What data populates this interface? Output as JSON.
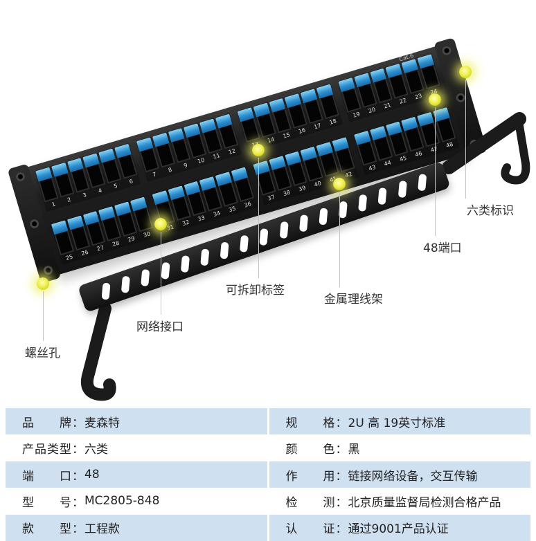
{
  "product": {
    "cat_label": "Cat.6",
    "top_port_numbers": [
      [
        1,
        2,
        3,
        4,
        5,
        6
      ],
      [
        7,
        8,
        9,
        10,
        11,
        12
      ],
      [
        13,
        14,
        15,
        16,
        17,
        18
      ],
      [
        19,
        20,
        21,
        22,
        23,
        24
      ]
    ],
    "bottom_port_numbers": [
      [
        25,
        26,
        27,
        28,
        29,
        30
      ],
      [
        31,
        32,
        33,
        34,
        35,
        36
      ],
      [
        37,
        38,
        39,
        40,
        41,
        42
      ],
      [
        43,
        44,
        45,
        46,
        47,
        48
      ]
    ],
    "cable_bar": {
      "slot_count": 17
    },
    "highlight_color": "#e9e93c"
  },
  "callouts": [
    {
      "id": "cat6-mark",
      "label": "六类标识"
    },
    {
      "id": "ports-48",
      "label": "48端口"
    },
    {
      "id": "cable-manager",
      "label": "金属理线架"
    },
    {
      "id": "removable-label",
      "label": "可拆卸标签"
    },
    {
      "id": "network-port",
      "label": "网络接口"
    },
    {
      "id": "screw-hole",
      "label": "螺丝孔"
    }
  ],
  "spec_table": {
    "row_color": "#cfe0f1",
    "left": [
      {
        "label": "品　　牌：",
        "value": "麦森特"
      },
      {
        "label": "产品类型：",
        "value": "六类"
      },
      {
        "label": "端　　口：",
        "value": "48"
      },
      {
        "label": "型　　号：",
        "value": "MC2805-848"
      },
      {
        "label": "款　　型：",
        "value": "工程款"
      }
    ],
    "right": [
      {
        "label": "规　　格：",
        "value": "2U 高  19英寸标准"
      },
      {
        "label": "颜　　色：",
        "value": "黑"
      },
      {
        "label": "作　　用：",
        "value": "链接网络设备，交互传输"
      },
      {
        "label": "检　　测：",
        "value": "北京质量监督局检测合格产品"
      },
      {
        "label": "认　　证：",
        "value": "通过9001产品认证"
      }
    ]
  }
}
